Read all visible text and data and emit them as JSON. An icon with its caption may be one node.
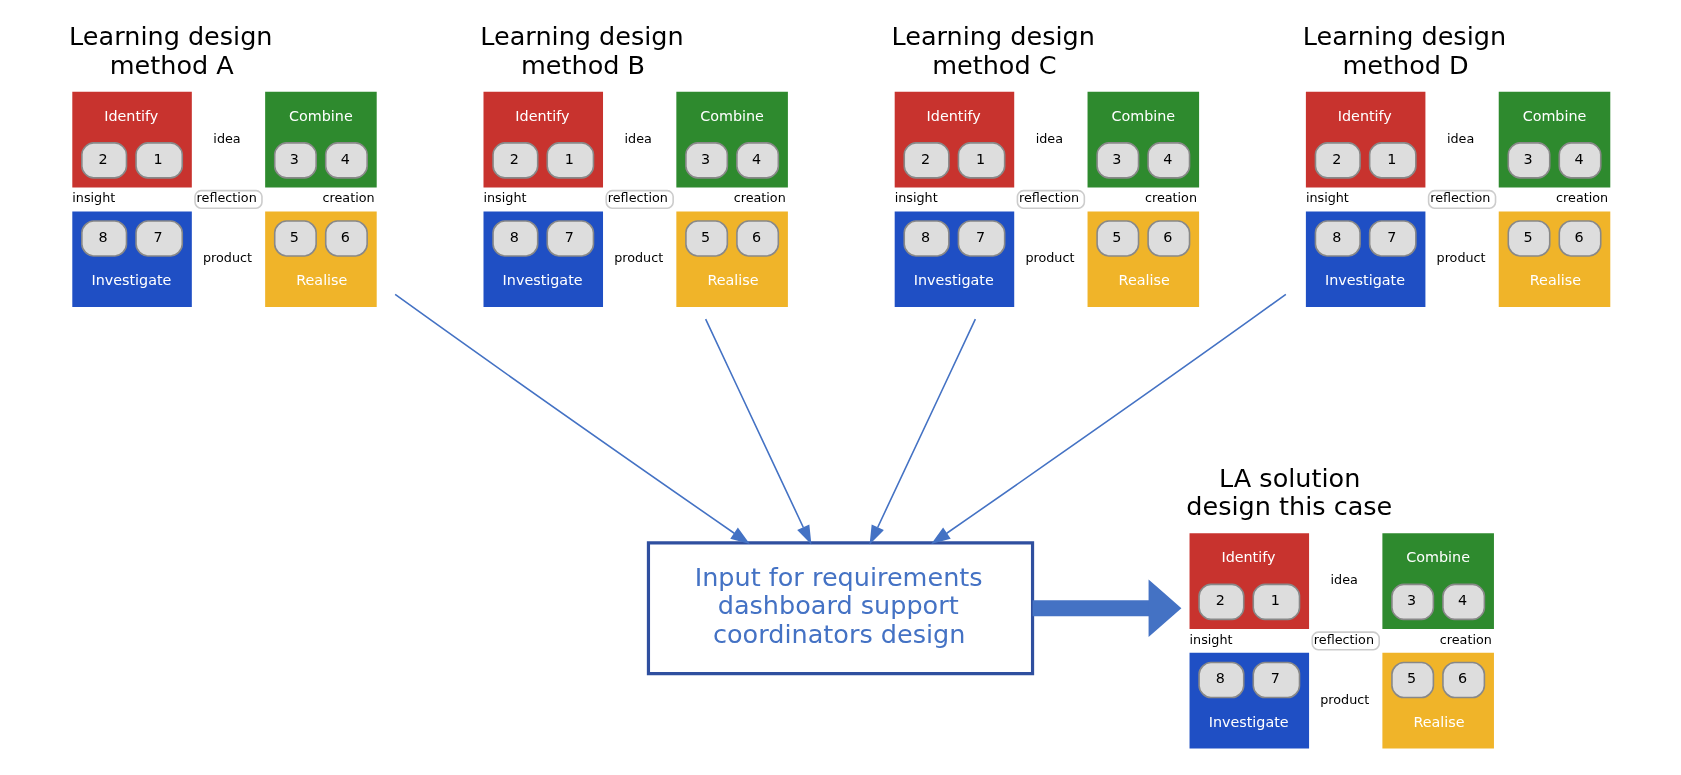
{
  "diagram": {
    "nodes": [
      {
        "text": [
          "Learning design method A",
          "Identify",
          "idea",
          "Combine",
          "2",
          "3",
          "1",
          "4",
          "insight",
          "reflection",
          "creation",
          "8",
          "5",
          "7",
          "6",
          "Investigate",
          "product",
          "Realise"
        ]
      },
      {
        "text": [
          "Learning design method B",
          "Identify",
          "idea",
          "Combine",
          "2",
          "3",
          "1",
          "4",
          "insight",
          "reflection",
          "creation",
          "8",
          "5",
          "7",
          "6",
          "Investigate",
          "product",
          "Realise"
        ]
      },
      {
        "text": [
          "Learning design method C",
          "Identify",
          "idea",
          "Combine",
          "2",
          "3",
          "1",
          "4",
          "insight",
          "reflection",
          "creation",
          "8",
          "5",
          "7",
          "6",
          "Investigate",
          "product",
          "Realise"
        ]
      },
      {
        "text": [
          "Learning design method D",
          "Identify",
          "idea",
          "Combine",
          "2",
          "3",
          "1",
          "4",
          "insight",
          "reflection",
          "creation",
          "8",
          "5",
          "7",
          "6",
          "Investigate",
          "product",
          "Realise"
        ]
      },
      {
        "text": [
          "LA solution design this case",
          "Identify",
          "idea",
          "Combine",
          "2",
          "3",
          "1",
          "4",
          "insight",
          "reflection",
          "creation",
          "8",
          "5",
          "7",
          "6",
          "Investigate",
          "product",
          "Realise"
        ]
      },
      {
        "text": [
          "Input for requirements dashboard support coordinators design"
        ]
      }
    ],
    "edges": [
      {
        "from": 0,
        "to": 5,
        "arrow": "to"
      },
      {
        "from": 1,
        "to": 5,
        "arrow": "to"
      },
      {
        "from": 2,
        "to": 5,
        "arrow": "to"
      },
      {
        "from": 3,
        "to": 5,
        "arrow": "to"
      },
      {
        "from": 5,
        "to": 4,
        "arrow": "to",
        "style": "thick"
      }
    ]
  }
}
